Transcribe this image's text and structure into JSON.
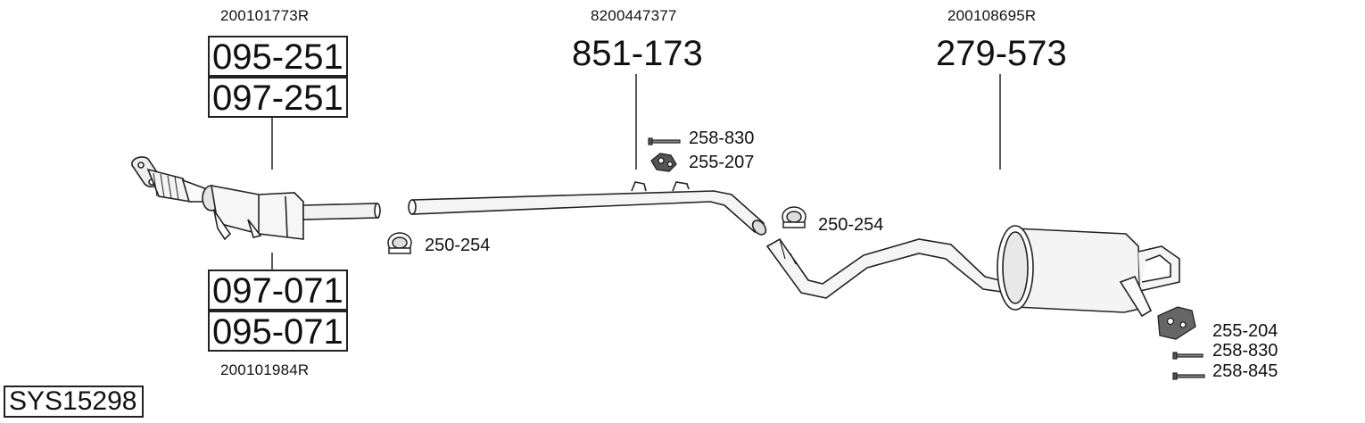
{
  "catalytic": {
    "oe_number": "200101773R",
    "part_top_1": "095-251",
    "part_top_2": "097-251",
    "part_bottom_1": "097-071",
    "part_bottom_2": "095-071",
    "oe_number_bottom": "200101984R"
  },
  "middle_pipe": {
    "oe_number": "8200447377",
    "part": "851-173",
    "bolt": "258-830",
    "rubber": "255-207",
    "clamp_left": "250-254",
    "clamp_right": "250-254"
  },
  "rear_silencer": {
    "oe_number": "200108695R",
    "part": "279-573",
    "mount": "255-204",
    "bolt_1": "258-830",
    "bolt_2": "258-845"
  },
  "system_code": "SYS15298"
}
